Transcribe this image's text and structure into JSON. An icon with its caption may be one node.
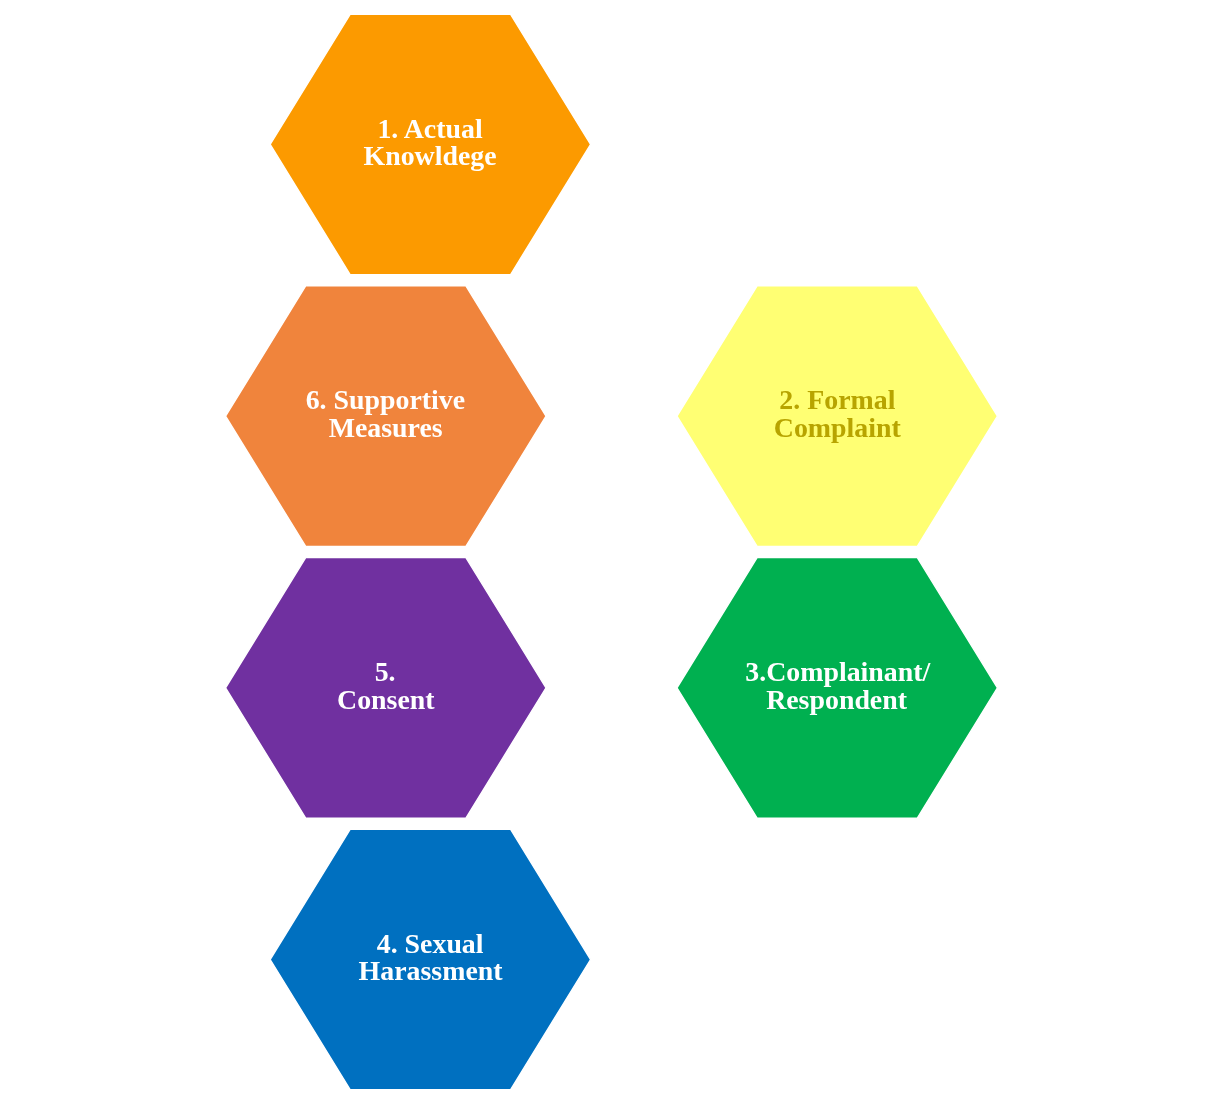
{
  "diagram": {
    "nodes": [
      {
        "text": [
          "1. Actual Knowldege"
        ]
      },
      {
        "text": [
          "2. Formal Complaint"
        ]
      },
      {
        "text": [
          "3.Complainant/ Respondent"
        ]
      },
      {
        "text": [
          "4. Sexual Harassment"
        ]
      },
      {
        "text": [
          "5. Consent"
        ]
      },
      {
        "text": [
          "6. Supportive Measures"
        ]
      }
    ],
    "edges": []
  }
}
